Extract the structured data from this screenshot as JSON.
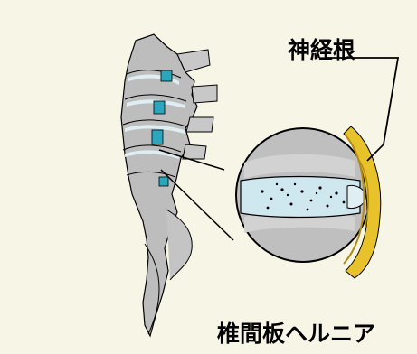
{
  "labels": {
    "nerve_root": "神経根",
    "caption": "椎間板ヘルニア"
  },
  "colors": {
    "background": "#f6f5e6",
    "bone": "#bdbdbd",
    "bone_light": "#d6d6d6",
    "outline": "#000000",
    "disc_blue": "#2aa6bd",
    "disc_pale": "#c9e7ee",
    "nerve_yellow": "#e7c22a",
    "nerve_dark": "#b48a12"
  },
  "icons": {
    "spine": "lumbar-spine-side-view",
    "magnifier": "magnified-disc-circle",
    "nerve": "nerve-root-bands"
  }
}
